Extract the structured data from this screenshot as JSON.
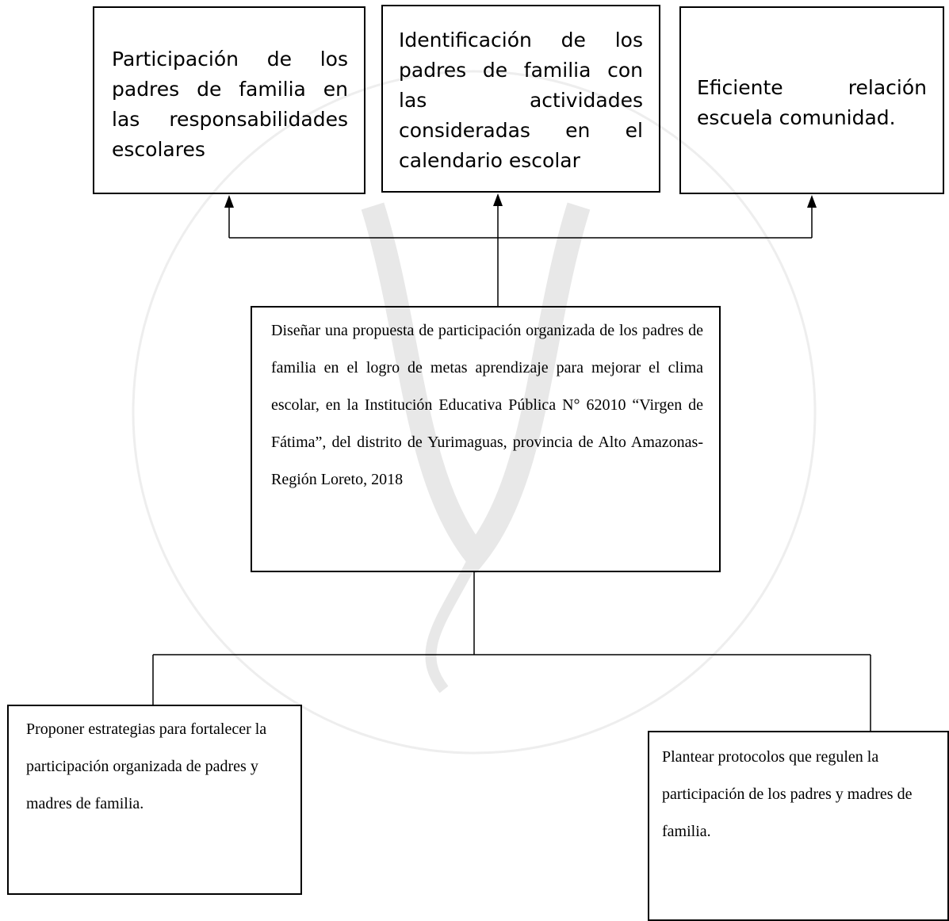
{
  "diagram": {
    "top_boxes": {
      "left": "Participación de los padres de familia en las responsabilidades escolares",
      "middle": "Identificación de los padres de familia con las actividades consideradas en el calendario escolar",
      "right": "Eficiente relación escuela comunidad."
    },
    "center_box": "Diseñar una propuesta de participación organizada de los padres de familia en el logro de metas aprendizaje para mejorar el clima escolar, en la Institución Educativa Pública N° 62010 “Virgen de Fátima”, del distrito de Yurimaguas, provincia de Alto Amazonas-Región Loreto, 2018",
    "bottom_boxes": {
      "left": "Proponer estrategias para fortalecer la participación organizada de padres y madres de familia.",
      "right": "Plantear protocolos que regulen la participación de los padres y madres de familia."
    },
    "watermark": {
      "color": "#e6e6e6"
    }
  }
}
